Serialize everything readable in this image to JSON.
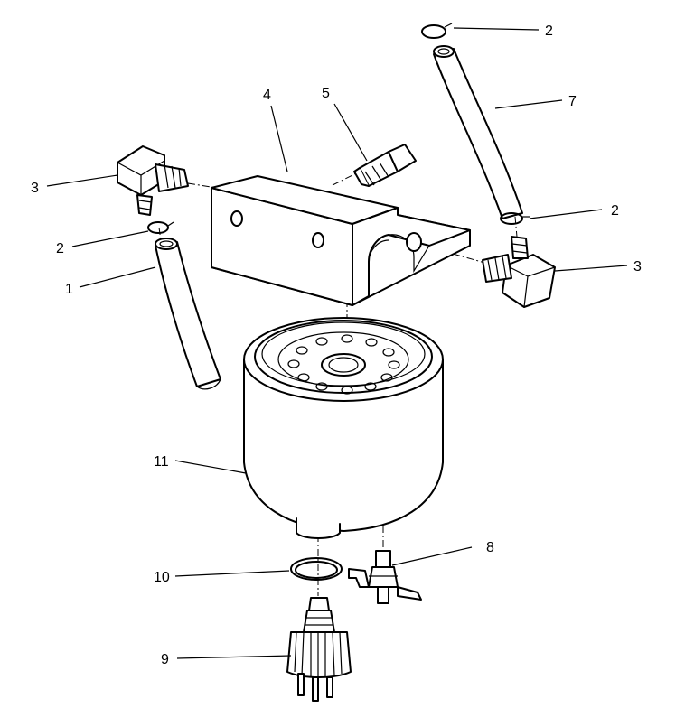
{
  "callouts": {
    "c1": "1",
    "c2a": "2",
    "c2b": "2",
    "c2c": "2",
    "c3a": "3",
    "c3b": "3",
    "c4": "4",
    "c5": "5",
    "c7": "7",
    "c8": "8",
    "c9": "9",
    "c10": "10",
    "c11": "11"
  }
}
